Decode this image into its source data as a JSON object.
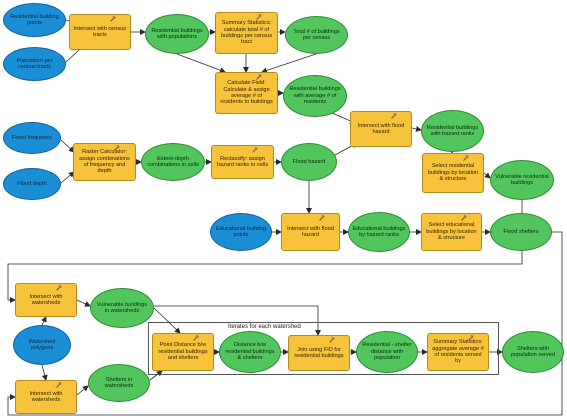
{
  "colors": {
    "input": "#1b8fd6",
    "tool": "#f7c33a",
    "output": "#52c65c",
    "connector": "#2a2a2a",
    "group_border": "#555555"
  },
  "icons": {
    "tool": "hammer-icon"
  },
  "group": {
    "label": "Iterates for each watershed"
  },
  "nodes": {
    "residential_points": "Residential building points",
    "population_tracts": "Population per census tracts",
    "intersect_census": "Intersect with census tracts",
    "res_pop": "Residential buildings with populations",
    "summary_total": "Summary Statistics: calculate total # of buildings per census tract",
    "total_per_census": "Total # of buildings per census",
    "calc_field": "Calculate Field: Calculate & assign average # of residents to buildings",
    "res_avg": "Residential buildings with average # of residents",
    "flood_frequency": "Flood frequency",
    "flood_depth": "Flood depth",
    "raster_calc": "Raster Calculator: assign combinations of frequency and depth",
    "extent_depth": "Extent-depth combinations in cells",
    "reclassify": "Reclassify: assign hazard ranks to cells",
    "flood_hazard": "Flood hazard",
    "intersect_flood_res": "Intersect with flood hazard",
    "res_hazard_ranks": "Residential buildings with hazard ranks",
    "select_residential": "Select residential buildings by location & structure",
    "vulnerable_res": "Vulnerable residential buildings",
    "educational_points": "Educational building points",
    "intersect_flood_edu": "Intersect with flood hazard",
    "edu_hazard_ranks": "Educational buildings by hazard ranks",
    "select_educational": "Select educational buildings by location & structure",
    "flood_shelters": "Flood shelters",
    "intersect_ws_1": "Intersect with watersheds",
    "vulnerable_ws": "Vulnerable buildings in watersheds",
    "watershed_polygons": "Watershed polygons",
    "intersect_ws_2": "Intersect with watersheds",
    "shelters_ws": "Shelters in watersheds",
    "point_distance": "Point Distance b/w residential buildings and shelters",
    "distance_bw": "Distance b/w residential buildings & shelters",
    "join_fid": "Join using FID for residential buildings",
    "res_shelter_dist": "Residential - shelter distance with population",
    "summary_agg": "Summary Statistics: aggregate average # of residents served by",
    "shelters_pop": "Shelters with population served"
  }
}
